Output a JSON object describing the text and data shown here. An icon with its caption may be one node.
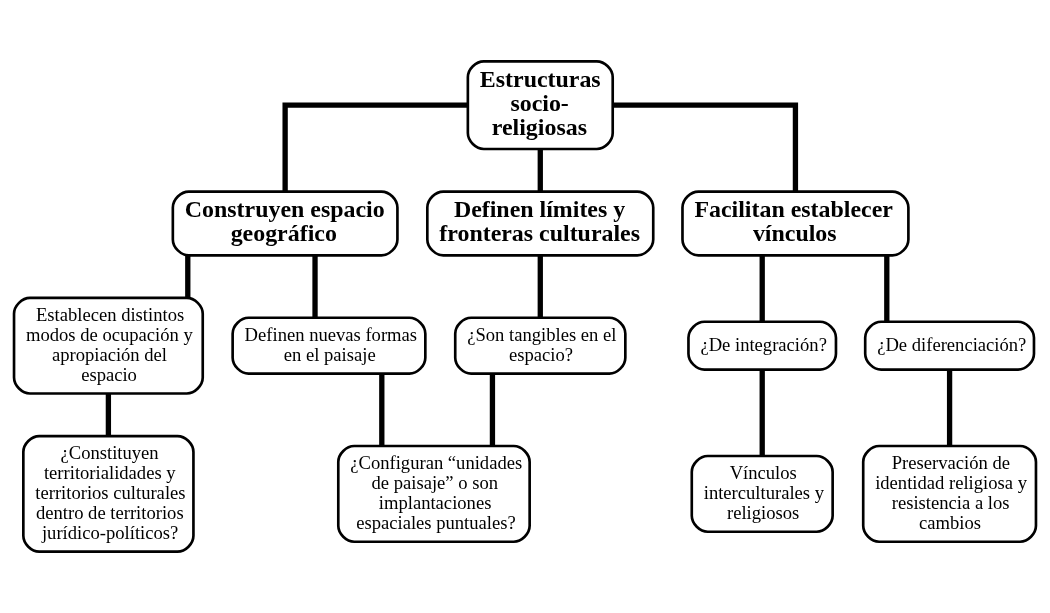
{
  "diagram": {
    "nodes": [
      {
        "text": [
          "Estructuras socio-religiosas"
        ]
      },
      {
        "text": [
          "Construyen espacio geográfico"
        ]
      },
      {
        "text": [
          "Definen límites y fronteras culturales"
        ]
      },
      {
        "text": [
          "Facilitan establecer vínculos"
        ]
      },
      {
        "text": [
          "Establecen distintos modos de ocupación y apropiación del espacio"
        ]
      },
      {
        "text": [
          "Definen nuevas formas en el paisaje"
        ]
      },
      {
        "text": [
          "¿Son tangibles en el espacio?"
        ]
      },
      {
        "text": [
          "¿De integración?"
        ]
      },
      {
        "text": [
          "¿De diferenciación?"
        ]
      },
      {
        "text": [
          "¿Constituyen territorialidades y territorios culturales dentro de territorios jurídico-políticos?"
        ]
      },
      {
        "text": [
          "¿Configuran “unidades de paisaje” o son implantaciones espaciales puntuales?"
        ]
      },
      {
        "text": [
          "Vínculos interculturales y religiosos"
        ]
      },
      {
        "text": [
          "Preservación de identidad religiosa y resistencia a los cambios"
        ]
      }
    ],
    "edges": [
      {
        "from": 0,
        "to": 1,
        "arrow": "none"
      },
      {
        "from": 0,
        "to": 2,
        "arrow": "none"
      },
      {
        "from": 0,
        "to": 3,
        "arrow": "none"
      },
      {
        "from": 1,
        "to": 4,
        "arrow": "none"
      },
      {
        "from": 1,
        "to": 5,
        "arrow": "none"
      },
      {
        "from": 2,
        "to": 6,
        "arrow": "none"
      },
      {
        "from": 3,
        "to": 7,
        "arrow": "none"
      },
      {
        "from": 3,
        "to": 8,
        "arrow": "none"
      },
      {
        "from": 4,
        "to": 9,
        "arrow": "none"
      },
      {
        "from": 5,
        "to": 10,
        "arrow": "none"
      },
      {
        "from": 6,
        "to": 10,
        "arrow": "none"
      },
      {
        "from": 7,
        "to": 11,
        "arrow": "none"
      },
      {
        "from": 8,
        "to": 12,
        "arrow": "none"
      }
    ]
  }
}
